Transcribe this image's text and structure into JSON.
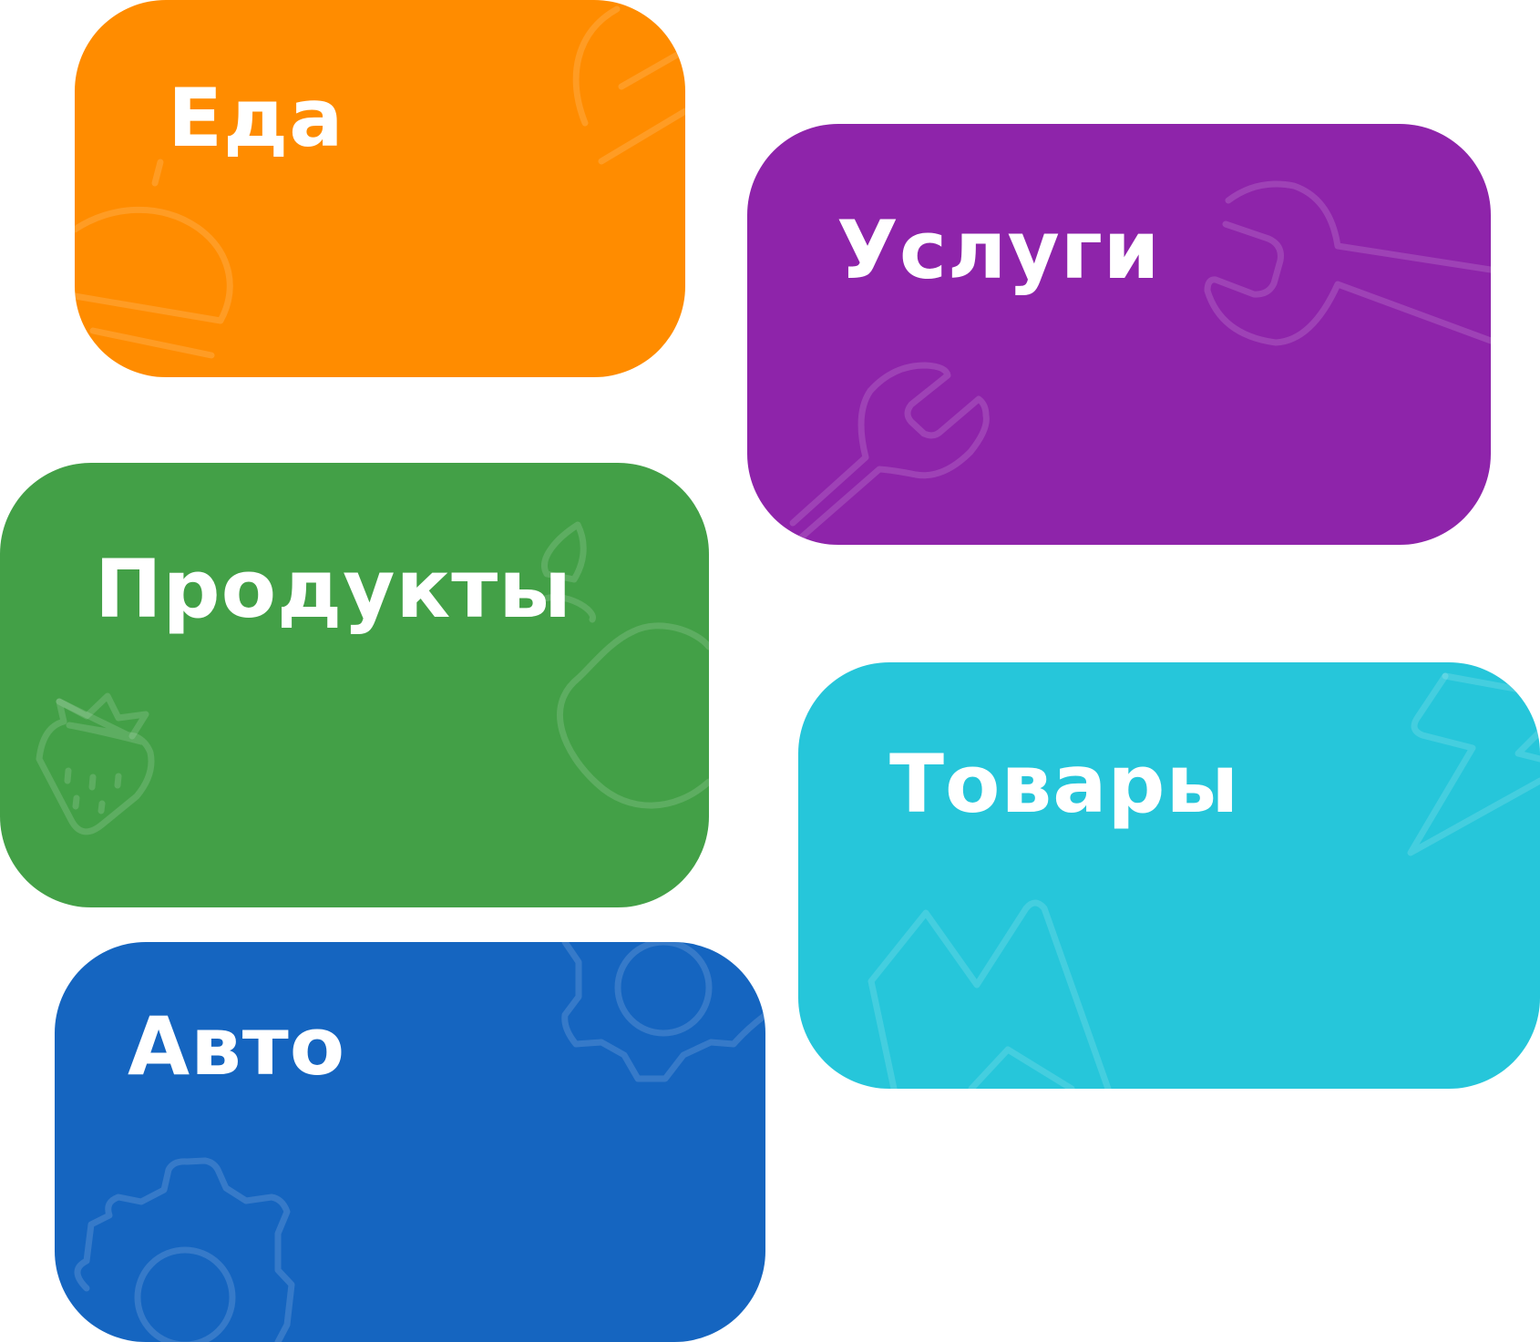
{
  "categories": {
    "food": {
      "label": "Еда",
      "color": "#FF8C00",
      "icon": "burger-icon"
    },
    "services": {
      "label": "Услуги",
      "color": "#8E24AA",
      "icon": "wrench-icon"
    },
    "products": {
      "label": "Продукты",
      "color": "#43A047",
      "icon": "fruit-icon"
    },
    "goods": {
      "label": "Товары",
      "color": "#26C6DA",
      "icon": "lightning-icon"
    },
    "auto": {
      "label": "Авто",
      "color": "#1565C0",
      "icon": "gear-icon"
    }
  }
}
